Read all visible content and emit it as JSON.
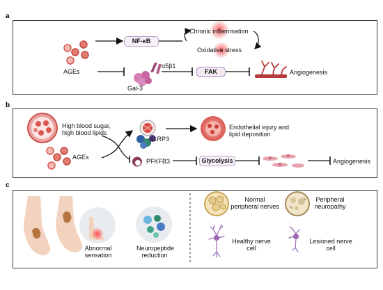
{
  "panels": {
    "a": {
      "letter": "a",
      "ages": "AGEs",
      "nfkb": "NF-κB",
      "chronic_inflammation": "Chronic inflammation",
      "oxidative_stress": "Oxidative stress",
      "integrin": "α5β1",
      "gal3": "Gal-3",
      "fak": "FAK",
      "angiogenesis": "Angiogenesis"
    },
    "b": {
      "letter": "b",
      "high_blood": "High blood sugar,\nhigh blood lipids",
      "ages": "AGEs",
      "nlrp3": "NLRP3",
      "endothelial": "Endothelial injury and\nlipid deposition",
      "pfkfb3": "PFKFB3",
      "glycolysis": "Glycolysis",
      "angiogenesis": "Angiogenesis"
    },
    "c": {
      "letter": "c",
      "abnormal_sensation": "Abnormal\nsensation",
      "neuropeptide": "Neuropeptide\nreduction",
      "normal_nerves": "Normal\nperipheral nerves",
      "peripheral_neuropathy": "Peripheral\nneuropathy",
      "healthy_cell": "Healthy nerve\ncell",
      "lesioned_cell": "Lesioned nerve\ncell"
    }
  },
  "colors": {
    "ages_red": "#d9574f",
    "nlrp3_blue": "#2f5fa0",
    "nlrp3_green": "#2f8a6d",
    "pink_cell": "#e6a4ae",
    "skin": "#f1d3bf",
    "wound": "#b8743f",
    "neuron": "#9b6bb3",
    "inflammation_glow": "#f06a6a"
  }
}
